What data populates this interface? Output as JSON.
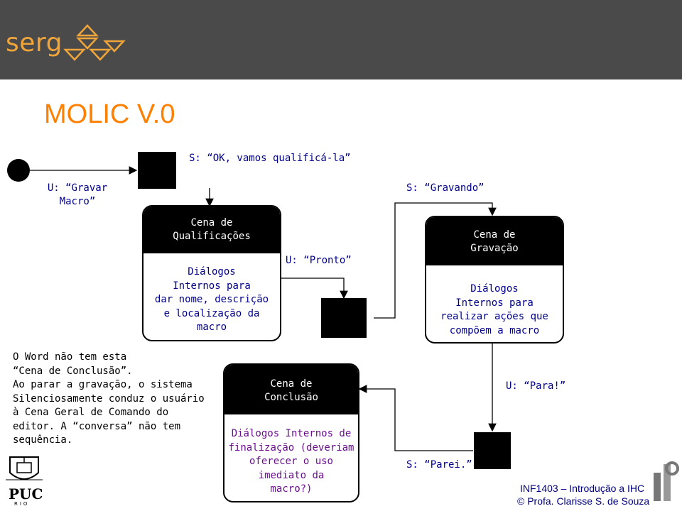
{
  "header": {
    "logo_text": "serg"
  },
  "title": "MOLIC V.0",
  "utterances": {
    "qualify": "S: “OK, vamos qualificá-la”",
    "record_macro_line1": "U: “Gravar",
    "record_macro_line2": "Macro”",
    "recording": "S: “Gravando”",
    "ready": "U: “Pronto”",
    "stop": "U: “Para!”",
    "stopped": "S: “Parei.”"
  },
  "scenes": {
    "qualificacoes": {
      "title": [
        "Cena de",
        "Qualificações"
      ],
      "body": [
        "Diálogos",
        "Internos para",
        "dar nome, descrição",
        "e localização da",
        "macro"
      ]
    },
    "gravacao": {
      "title": [
        "Cena de",
        "Gravação"
      ],
      "body": [
        "Diálogos",
        "Internos para",
        "realizar ações que",
        "compõem a macro"
      ]
    },
    "conclusao": {
      "title": [
        "Cena de",
        "Conclusão"
      ],
      "body": [
        "Diálogos Internos de",
        "finalização (deveriam",
        "oferecer o uso",
        "imediato da",
        "macro?)"
      ]
    }
  },
  "note": [
    "O Word não tem esta",
    "“Cena de Conclusão”.",
    "Ao parar a gravação, o sistema",
    "Silenciosamente conduz o usuário",
    "à Cena Geral de Comando do",
    "editor. A “conversa” não tem",
    "sequência."
  ],
  "footer": {
    "line1": "INF1403 – Introdução a IHC",
    "line2": "© Profa. Clarisse S. de Souza"
  },
  "logos": {
    "puc": "PUC",
    "puc_sub": "RIO"
  },
  "colors": {
    "title": "#ff7f00",
    "text": "#00008b",
    "header": "#4a4a4a",
    "logo": "#f0a53a"
  }
}
